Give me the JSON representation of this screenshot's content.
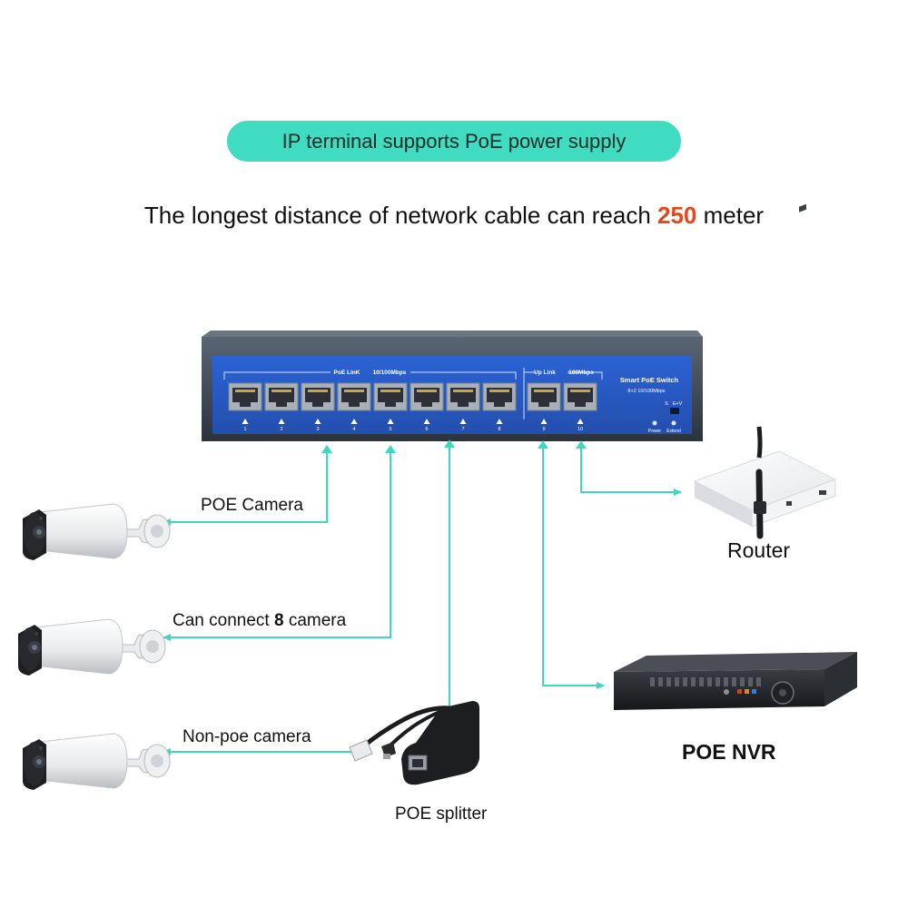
{
  "header": {
    "badge": "IP terminal supports PoE power supply",
    "subtitle_pre": "The longest distance of network cable can reach ",
    "subtitle_highlight": "250",
    "subtitle_post": " meter"
  },
  "switch": {
    "poe_link": "PoE LinK",
    "speed_label": "10/100Mbps",
    "uplink_label": "Up Link",
    "uplink_speed": "100Mbps",
    "product_name": "Smart PoE Switch",
    "product_spec": "8+2 10/100Mbps",
    "switch_s": "S",
    "switch_ev": "E+V",
    "power_label": "Power",
    "extend_label": "Extend",
    "port_numbers": [
      "1",
      "2",
      "3",
      "4",
      "5",
      "6",
      "7",
      "8",
      "9",
      "10"
    ]
  },
  "labels": {
    "poe_camera": "POE Camera",
    "connect_pre": "Can connect ",
    "connect_num": "8",
    "connect_post": " camera",
    "nonpoe_camera": "Non-poe camera",
    "poe_splitter": "POE splitter",
    "router": "Router",
    "poe_nvr": "POE NVR"
  },
  "colors": {
    "connector": "#3fd7c0",
    "badge": "#3fdcc2",
    "highlight": "#e8471b",
    "switch_panel": "#2a5cc7"
  }
}
